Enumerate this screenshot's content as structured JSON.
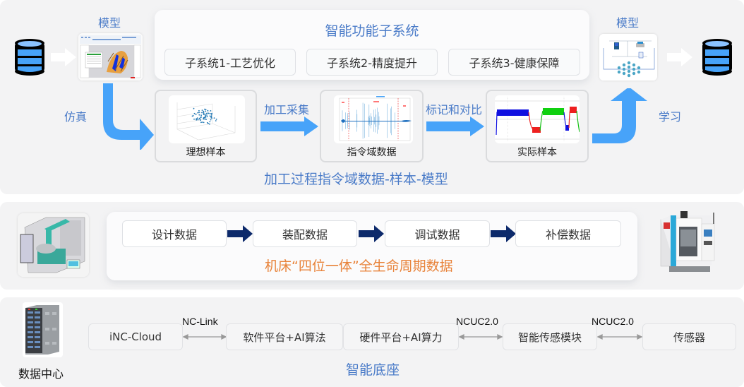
{
  "top_section": {
    "left_model_label": "模型",
    "right_model_label": "模型",
    "simulate_label": "仿真",
    "learn_label": "学习",
    "subsystems": {
      "title": "智能功能子系统",
      "items": [
        {
          "label": "子系统1-工艺优化"
        },
        {
          "label": "子系统2-精度提升"
        },
        {
          "label": "子系统3-健康保障"
        }
      ]
    },
    "flow": {
      "samples": [
        {
          "caption": "理想样本",
          "icon": "scatter-3d-plot"
        },
        {
          "caption": "指令域数据",
          "icon": "signal-waveform-plot"
        },
        {
          "caption": "实际样本",
          "icon": "step-signal-plot"
        }
      ],
      "arrow_labels": [
        "加工采集",
        "标记和对比"
      ]
    },
    "footer_title": "加工过程指令域数据-样本-模型"
  },
  "middle_section": {
    "stages": [
      {
        "label": "设计数据"
      },
      {
        "label": "装配数据"
      },
      {
        "label": "调试数据"
      },
      {
        "label": "补偿数据"
      }
    ],
    "title": "机床“四位一体”全生命周期数据",
    "title_color": "#e8833a",
    "left_image": "machine-tool-3d-model",
    "right_image": "cnc-machine-photo"
  },
  "bottom_section": {
    "datacenter_label": "数据中心",
    "components": [
      {
        "label": "iNC-Cloud"
      },
      {
        "label": "软件平台+AI算法"
      },
      {
        "label": "硬件平台+AI算力"
      },
      {
        "label": "智能传感模块"
      },
      {
        "label": "传感器"
      }
    ],
    "protocols": [
      "NC-Link",
      "NCUC2.0",
      "NCUC2.0"
    ],
    "title": "智能底座"
  },
  "colors": {
    "accent_blue": "#47a3f9",
    "label_blue": "#4a7bc8",
    "navy_arrow": "#0d2a6b",
    "orange": "#e8833a",
    "panel_bg": "#f3f3f4"
  }
}
